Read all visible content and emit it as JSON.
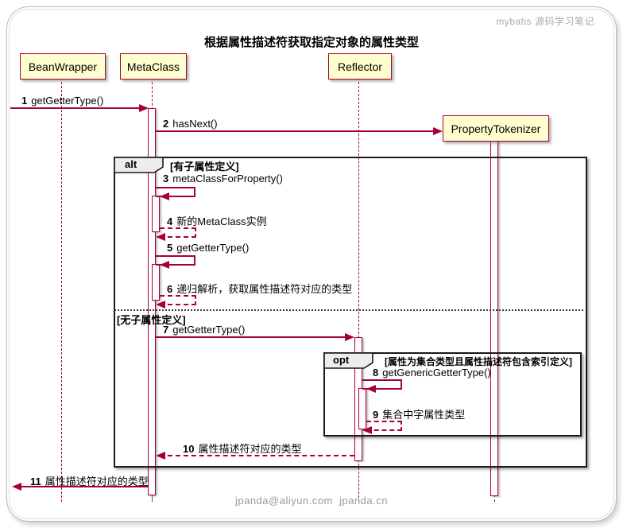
{
  "watermark": "mybatis 源码学习笔记",
  "title": "根据属性描述符获取指定对象的属性类型",
  "participants": [
    {
      "name": "BeanWrapper"
    },
    {
      "name": "MetaClass"
    },
    {
      "name": "Reflector"
    },
    {
      "name": "PropertyTokenizer"
    }
  ],
  "frames": {
    "alt": {
      "label": "alt",
      "guard_top": "[有子属性定义]",
      "guard_else": "[无子属性定义]"
    },
    "opt": {
      "label": "opt",
      "guard": "[属性为集合类型且属性描述符包含索引定义]"
    }
  },
  "messages": [
    {
      "num": "1",
      "text": "getGetterType()"
    },
    {
      "num": "2",
      "text": "hasNext()"
    },
    {
      "num": "3",
      "text": "metaClassForProperty()"
    },
    {
      "num": "4",
      "text": "新的MetaClass实例"
    },
    {
      "num": "5",
      "text": "getGetterType()"
    },
    {
      "num": "6",
      "text": "递归解析，获取属性描述符对应的类型"
    },
    {
      "num": "7",
      "text": "getGetterType()"
    },
    {
      "num": "8",
      "text": "getGenericGetterType()"
    },
    {
      "num": "9",
      "text": "集合中字属性类型"
    },
    {
      "num": "10",
      "text": "属性描述符对应的类型"
    },
    {
      "num": "11",
      "text": "属性描述符对应的类型"
    }
  ],
  "footer": "jpanda@aliyun.com  jpanda.cn",
  "colors": {
    "accent": "#A80036",
    "participant_fill": "#FEFECE",
    "frame_border": "#1A1A1A",
    "muted_text": "#999999",
    "watermark_text": "#AAAAAA"
  }
}
